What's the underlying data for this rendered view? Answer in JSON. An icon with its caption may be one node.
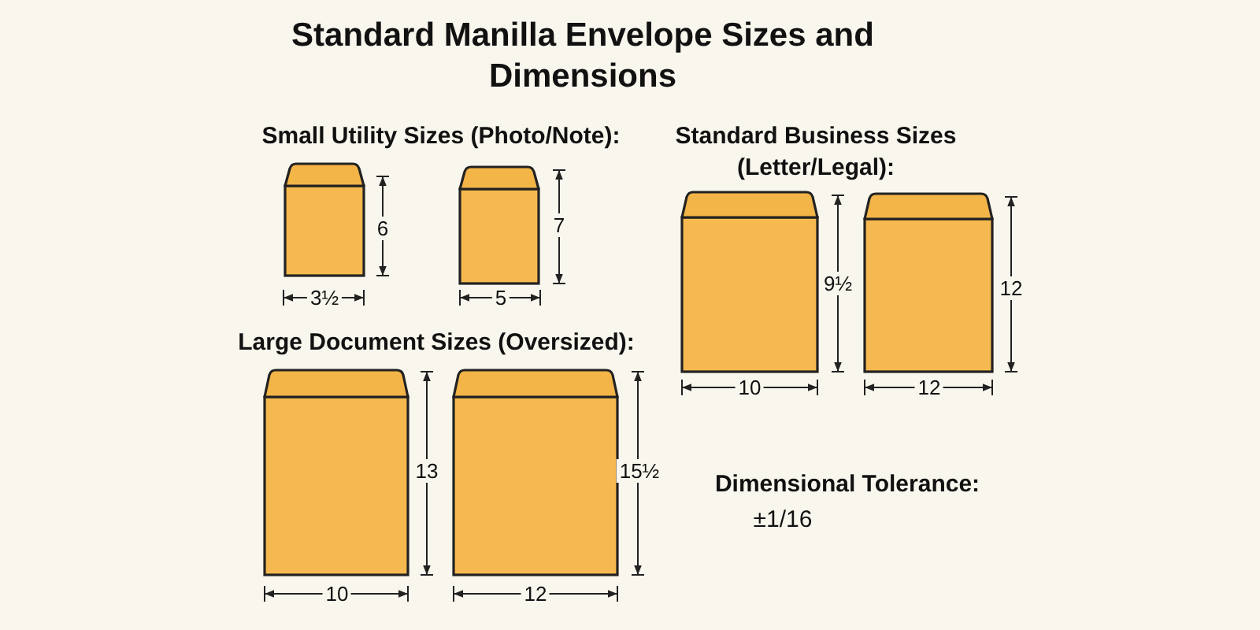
{
  "diagram": {
    "title": "Standard Manilla Envelope Sizes and Dimensions",
    "labels": [
      "Small Utility Sizes (Photo/Note):",
      "6",
      "3½",
      "7",
      "5",
      "Standard Business Sizes (Letter/Legal):",
      "9½",
      "10",
      "12",
      "12",
      "Large Document Sizes (Oversized):",
      "13",
      "10",
      "15½",
      "12",
      "Dimensional Tolerance:",
      "±1/16"
    ]
  }
}
